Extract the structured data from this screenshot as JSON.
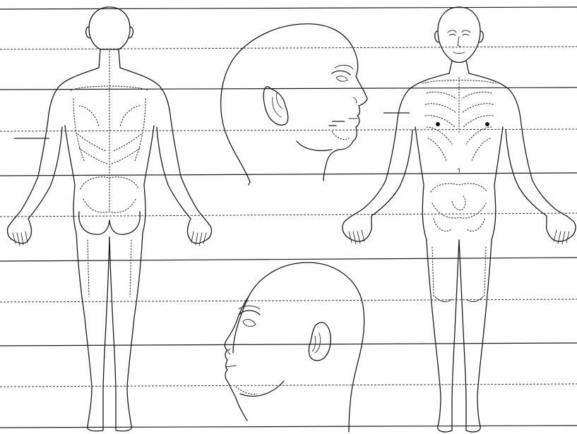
{
  "figure": {
    "colors": {
      "ink": "#1a1a1a",
      "paper": "#ffffff",
      "rule": "#1e1e1e"
    },
    "views": [
      "back-view-body",
      "front-view-body",
      "right-profile-head",
      "left-profile-head"
    ],
    "horizontal_rule_count": 11
  }
}
